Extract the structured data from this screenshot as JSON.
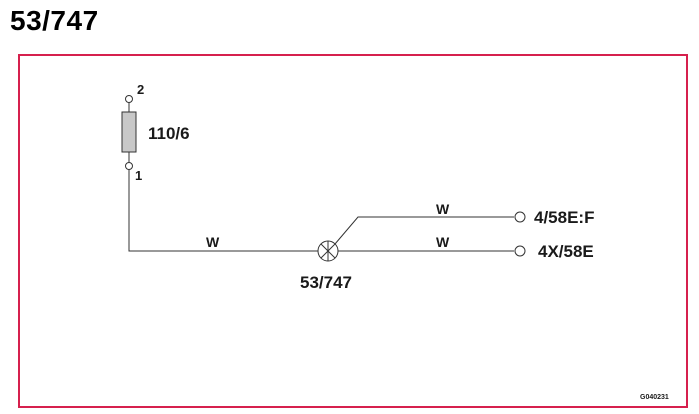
{
  "page": {
    "title": "53/747",
    "frame_color": "#d6204d",
    "figure_code": "G040231"
  },
  "diagram": {
    "fuse": {
      "label": "110/6",
      "terminal_top": "2",
      "terminal_bottom": "1",
      "fill_color": "#c8c8c8"
    },
    "wires": [
      {
        "id": "wire-fuse-to-junction",
        "color_code": "W"
      },
      {
        "id": "wire-junction-to-4-58ef",
        "color_code": "W"
      },
      {
        "id": "wire-junction-to-4x-58e",
        "color_code": "W"
      }
    ],
    "junction": {
      "label": "53/747"
    },
    "connectors": [
      {
        "id": "connector-4-58ef",
        "label": "4/58E:F"
      },
      {
        "id": "connector-4x-58e",
        "label": "4X/58E"
      }
    ]
  }
}
